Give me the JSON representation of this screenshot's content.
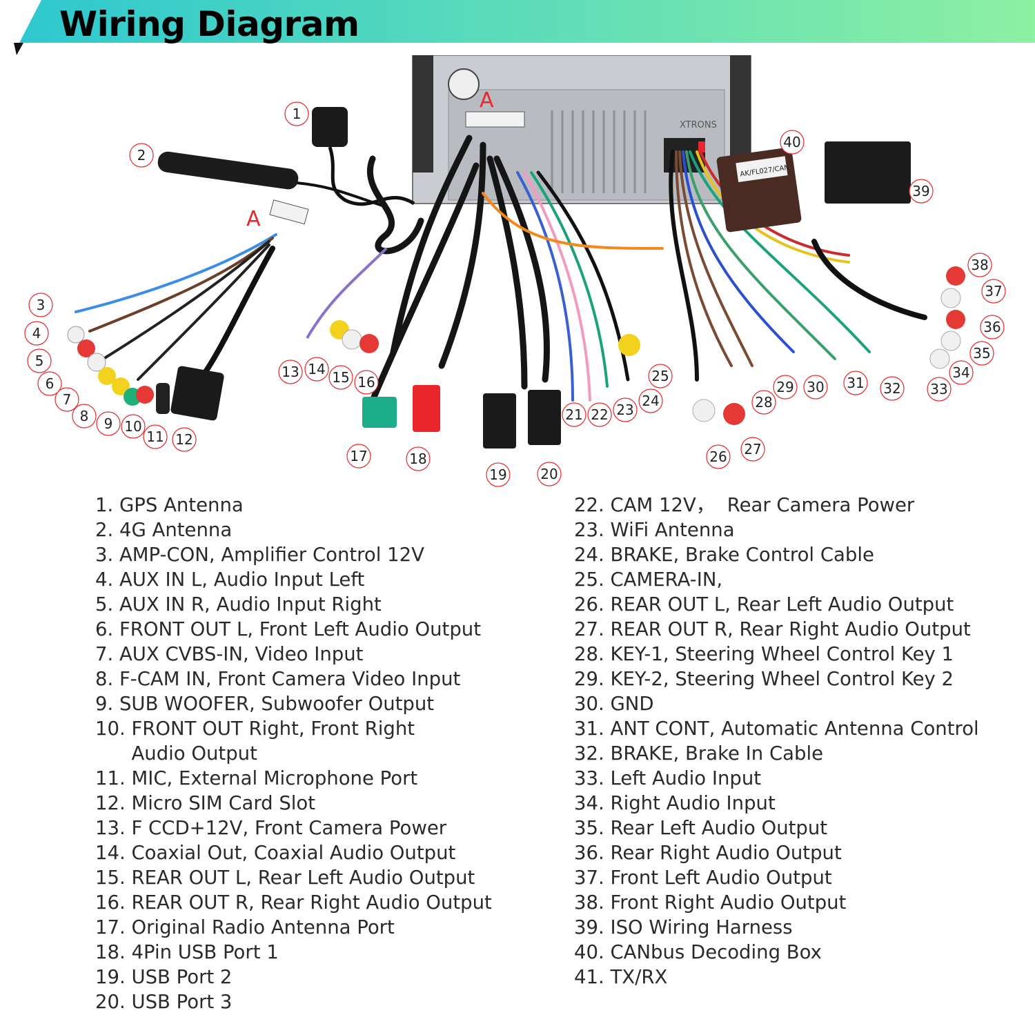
{
  "title": "Wiring Diagram",
  "colors": {
    "banner_start": "#2ec8cf",
    "banner_end": "#8df0a2",
    "callout_ring": "#e8262b",
    "connector_label": "#e8262b"
  },
  "connector_label": "A",
  "unit_labels": {
    "xtrons": "XTRONS",
    "canbus_box": "AK/FL027/CAN"
  },
  "callouts": [
    "1",
    "2",
    "3",
    "4",
    "5",
    "6",
    "7",
    "8",
    "9",
    "10",
    "11",
    "12",
    "13",
    "14",
    "15",
    "16",
    "17",
    "18",
    "19",
    "20",
    "21",
    "22",
    "23",
    "24",
    "25",
    "26",
    "27",
    "28",
    "29",
    "30",
    "31",
    "32",
    "33",
    "34",
    "35",
    "36",
    "37",
    "38",
    "39",
    "40"
  ],
  "legend_left": [
    "1. GPS Antenna",
    "2. 4G Antenna",
    "3. AMP-CON, Amplifier Control 12V",
    "4. AUX IN L, Audio Input Left",
    "5. AUX IN R, Audio Input Right",
    "6. FRONT OUT L, Front Left Audio Output",
    "7. AUX CVBS-IN, Video Input",
    "8. F-CAM IN, Front Camera Video Input",
    "9. SUB WOOFER, Subwoofer Output",
    "10. FRONT OUT Right, Front Right",
    "      Audio Output",
    "11. MIC, External Microphone Port",
    "12. Micro SIM Card Slot",
    "13. F CCD+12V, Front Camera Power",
    "14. Coaxial Out, Coaxial Audio Output",
    "15. REAR OUT L, Rear Left Audio Output",
    "16. REAR OUT R, Rear Right Audio Output",
    "17. Original Radio Antenna Port",
    "18. 4Pin USB Port 1",
    "19. USB Port 2",
    "20. USB Port 3"
  ],
  "legend_right": [
    "22. CAM 12V，  Rear Camera Power",
    "23. WiFi Antenna",
    "24. BRAKE, Brake Control Cable",
    "25. CAMERA-IN,",
    "26. REAR OUT L, Rear Left Audio Output",
    "27. REAR OUT R, Rear Right Audio Output",
    "28. KEY-1, Steering Wheel Control Key 1",
    "29. KEY-2, Steering Wheel Control Key 2",
    "30. GND",
    "31. ANT CONT, Automatic Antenna Control",
    "32. BRAKE, Brake In Cable",
    "33. Left Audio Input",
    "34. Right Audio Input",
    "35. Rear Left Audio Output",
    "36. Rear Right Audio Output",
    "37. Front Left Audio Output",
    "38. Front Right Audio Output",
    "39. ISO Wiring Harness",
    "40. CANbus Decoding Box",
    "41. TX/RX"
  ]
}
